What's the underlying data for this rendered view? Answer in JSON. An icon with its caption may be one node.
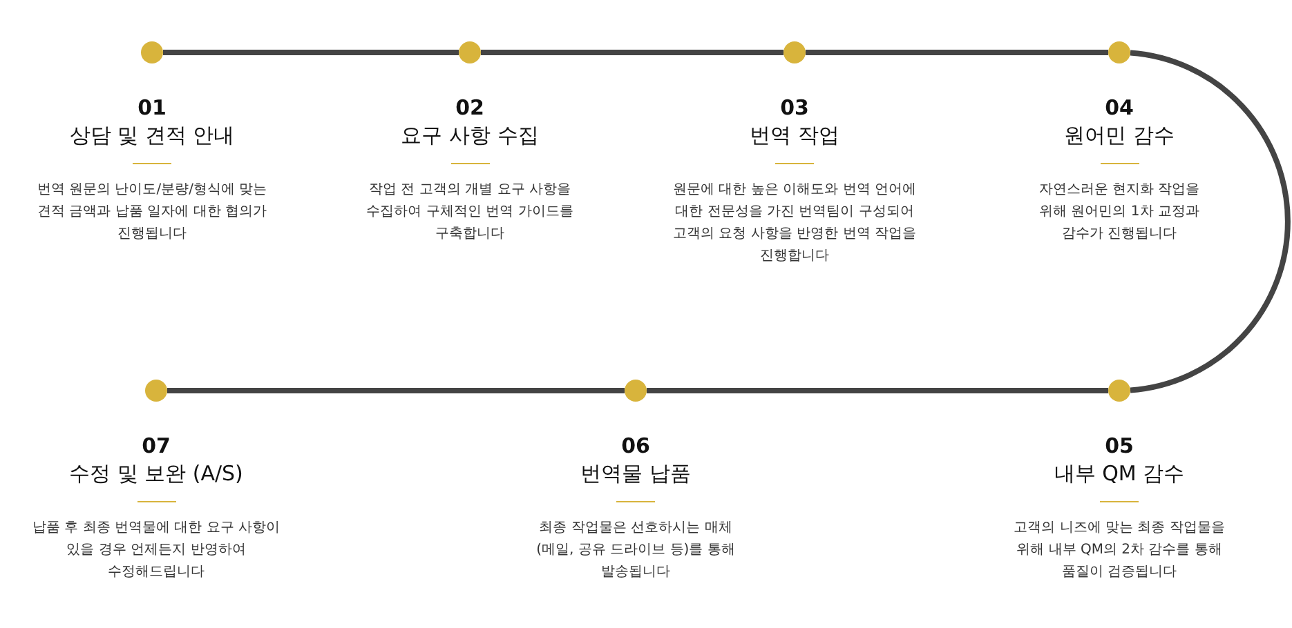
{
  "diagram": {
    "nodes": [
      {
        "text": [],
        "shape": "circle",
        "beside": [
          "01",
          "상담 및 견적 안내",
          "번역 원문의 난이도/분량/형식에 맞는 견적 금액과 납품 일자에 대한 협의가 진행됩니다"
        ]
      },
      {
        "text": [],
        "shape": "circle",
        "beside": [
          "02",
          "요구 사항 수집",
          "작업 전 고객의 개별 요구 사항을 수집하여 구체적인 번역 가이드를 구축합니다"
        ]
      },
      {
        "text": [],
        "shape": "circle",
        "beside": [
          "03",
          "번역 작업",
          "원문에 대한 높은 이해도와 번역 언어에 대한 전문성을 가진 번역팀이 구성되어 고객의 요청 사항을 반영한 번역 작업을 진행합니다"
        ]
      },
      {
        "text": [],
        "shape": "circle",
        "beside": [
          "04",
          "원어민 감수",
          "자연스러운 현지화 작업을 위해 원어민의 1차 교정과 감수가 진행됩니다"
        ]
      },
      {
        "text": [],
        "shape": "circle",
        "beside": [
          "05",
          "내부 QM 감수",
          "고객의 니즈에 맞는 최종 작업물을 위해 내부 QM의 2차 감수를 통해 품질이 검증됩니다"
        ]
      },
      {
        "text": [],
        "shape": "circle",
        "beside": [
          "06",
          "번역물 납품",
          "최종 작업물은 선호하시는 매체 (메일, 공유 드라이브 등)를 통해 발송됩니다"
        ]
      },
      {
        "text": [],
        "shape": "circle",
        "beside": [
          "07",
          "수정 및 보완 (A/S)",
          "납품 후 최종 번역물에 대한 요구 사항이 있을 경우 언제든지 반영하여 수정해드립니다"
        ]
      }
    ],
    "edges": [
      {
        "from": 0,
        "to": 1,
        "arrow": "none"
      },
      {
        "from": 1,
        "to": 2,
        "arrow": "none"
      },
      {
        "from": 2,
        "to": 3,
        "arrow": "none"
      },
      {
        "from": 3,
        "to": 4,
        "arrow": "none"
      },
      {
        "from": 4,
        "to": 5,
        "arrow": "none"
      },
      {
        "from": 5,
        "to": 6,
        "arrow": "none"
      }
    ]
  }
}
